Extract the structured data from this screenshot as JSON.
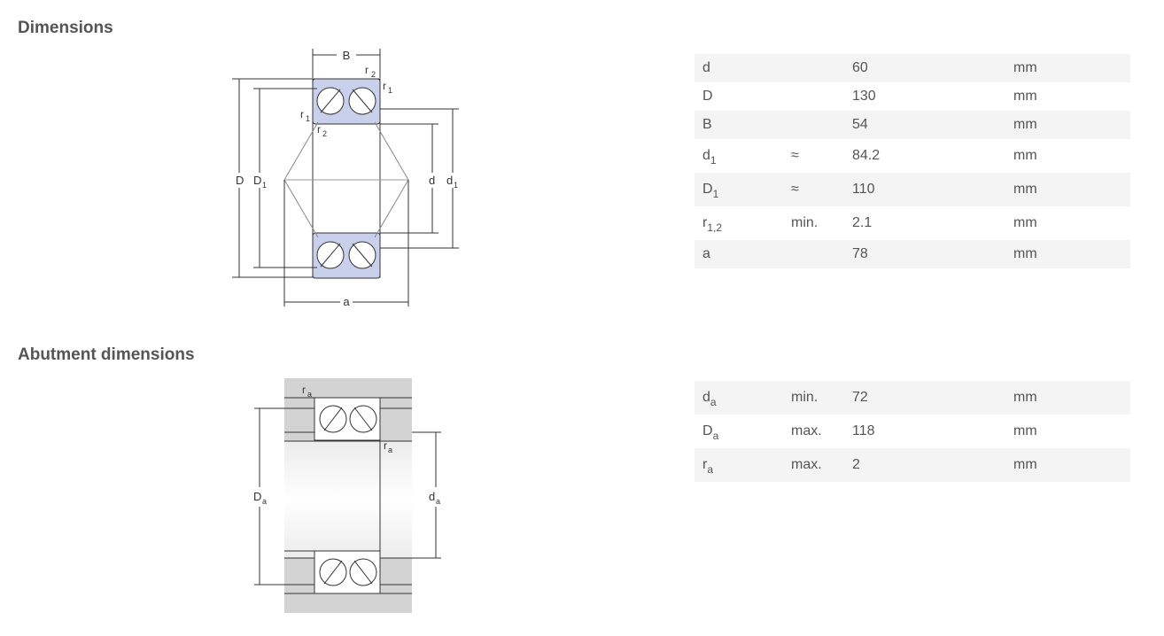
{
  "sections": {
    "dimensions_title": "Dimensions",
    "abutment_title": "Abutment dimensions"
  },
  "drawing1_labels": {
    "B": "B",
    "r2_top": "r",
    "r2_top_sub": "2",
    "r1_right": "r",
    "r1_right_sub": "1",
    "r1_left": "r",
    "r1_left_sub": "1",
    "r2_left": "r",
    "r2_left_sub": "2",
    "D": "D",
    "D1": "D",
    "D1_sub": "1",
    "d": "d",
    "d1": "d",
    "d1_sub": "1",
    "a": "a"
  },
  "drawing2_labels": {
    "ra_top": "r",
    "ra_top_sub": "a",
    "ra_right": "r",
    "ra_right_sub": "a",
    "Da": "D",
    "Da_sub": "a",
    "da": "d",
    "da_sub": "a"
  },
  "dimensions_table": [
    {
      "symbol": "d",
      "sub": "",
      "qualifier": "",
      "value": "60",
      "unit": "mm"
    },
    {
      "symbol": "D",
      "sub": "",
      "qualifier": "",
      "value": "130",
      "unit": "mm"
    },
    {
      "symbol": "B",
      "sub": "",
      "qualifier": "",
      "value": "54",
      "unit": "mm"
    },
    {
      "symbol": "d",
      "sub": "1",
      "qualifier": "≈",
      "value": "84.2",
      "unit": "mm"
    },
    {
      "symbol": "D",
      "sub": "1",
      "qualifier": "≈",
      "value": "110",
      "unit": "mm"
    },
    {
      "symbol": "r",
      "sub": "1,2",
      "qualifier": "min.",
      "value": "2.1",
      "unit": "mm"
    },
    {
      "symbol": "a",
      "sub": "",
      "qualifier": "",
      "value": "78",
      "unit": "mm"
    }
  ],
  "abutment_table": [
    {
      "symbol": "d",
      "sub": "a",
      "qualifier": "min.",
      "value": "72",
      "unit": "mm"
    },
    {
      "symbol": "D",
      "sub": "a",
      "qualifier": "max.",
      "value": "118",
      "unit": "mm"
    },
    {
      "symbol": "r",
      "sub": "a",
      "qualifier": "max.",
      "value": "2",
      "unit": "mm"
    }
  ]
}
